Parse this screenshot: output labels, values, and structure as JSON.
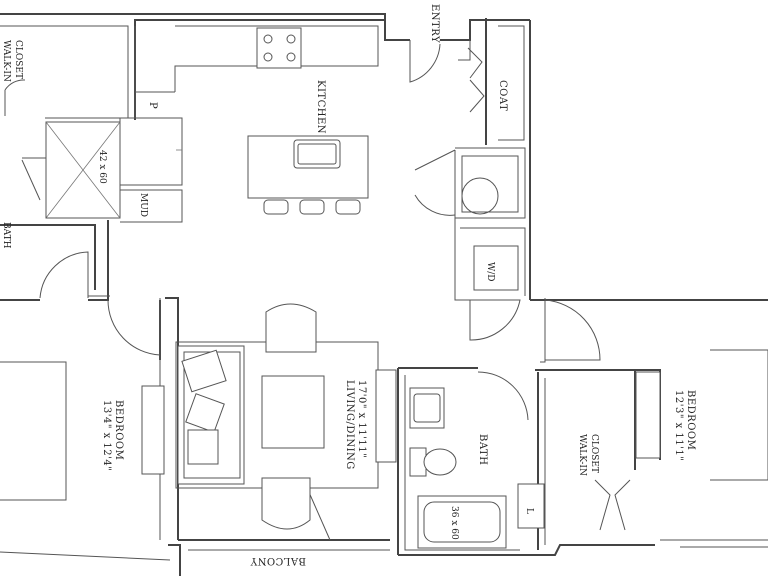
{
  "plan": {
    "labels": {
      "entry": "ENTRY",
      "walk_in_closet_left": [
        "WALK-IN",
        "CLOSET"
      ],
      "kitchen": "KITCHEN",
      "coat": "COAT",
      "pantry": "P",
      "shower_left": "42 x 60",
      "mud": "MUD",
      "bath_left": "BATH",
      "wd": "W/D",
      "living_dining": "LIVING/DINING",
      "living_dining_dim": "17'0\" x 11'11\"",
      "bedroom_left": "BEDROOM",
      "bedroom_left_dim": "13'4\" x 12'4\"",
      "bath_center": "BATH",
      "tub_center": "36 x 60",
      "linen": "L",
      "walk_in_closet_right": [
        "WALK-IN",
        "CLOSET"
      ],
      "bedroom_right": "BEDROOM",
      "bedroom_right_dim": "12'3\" x 11'1\"",
      "balcony": "BALCONY"
    }
  }
}
